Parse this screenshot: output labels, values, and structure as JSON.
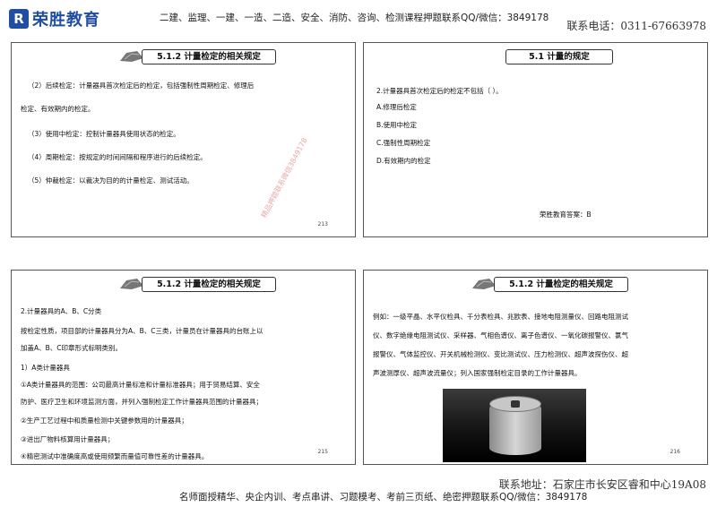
{
  "header": {
    "logo_mark": "R",
    "logo_text": "荣胜教育",
    "top_note": "二建、监理、一建、一造、二造、安全、消防、咨询、检测课程押题联系QQ/微信：3849178",
    "phone": "联系电话：0311-67663978"
  },
  "footer": {
    "address": "联系地址：石家庄市长安区睿和中心19A08",
    "note": "名师面授精华、央企内训、考点串讲、习题模考、考前三页纸、绝密押题联系QQ/微信：3849178"
  },
  "panels": [
    {
      "title": "5.1.2 计量检定的相关规定",
      "lines": [
        "（2）后续检定：计量器具首次检定后的检定，包括强制性周期检定、修理后",
        "检定、有效期内的检定。",
        "（3）使用中检定：控制计量器具使用状态的检定。",
        "（4）周期检定：按规定的时间间隔和程序进行的后续检定。",
        "（5）仲裁检定：以裁决为目的的计量检定、测试活动。"
      ],
      "page": "213",
      "watermark": "精品押题联系微信3849178"
    },
    {
      "title": "5.1 计量的规定",
      "lines": [
        "2.计量器具首次检定后的检定不包括（ ）。",
        "A.修理后检定",
        "B.使用中检定",
        "C.强制性周期检定",
        "D.有效期内的检定",
        "荣胜教育答案：B"
      ]
    },
    {
      "title": "5.1.2 计量检定的相关规定",
      "lines": [
        "2.计量器具的A、B、C分类",
        "按检定性质，项目部的计量器具分为A、B、C三类，计量员在计量器具的台账上以",
        "加盖A、B、C印章形式标明类别。",
        "1）A类计量器具",
        "①A类计量器具的范围：公司最高计量标准和计量标准器具；用于贸易结算、安全",
        "防护、医疗卫生和环境监测方面，并列入强制检定工作计量器具范围的计量器具；",
        "②生产工艺过程中和质量检测中关键参数用的计量器具；",
        "③进出厂物料核算用计量器具；",
        "④精密测试中准确度高或使用频繁而量值可靠性差的计量器具。"
      ],
      "page": "215"
    },
    {
      "title": "5.1.2 计量检定的相关规定",
      "lines": [
        "例如：一级平晶、水平仪检具、千分表检具、兆欧表、接地电阻测量仪、回路电阻测试",
        "仪、数字绝缘电阻测试仪、采样器、气相色谱仪、离子色谱仪、一氧化碳报警仪、氯气",
        "报警仪、气体监控仪、开关机械检测仪、变比测试仪、压力检测仪、超声波探伤仪、超",
        "声波测厚仪、超声波流量仪；列入国家强制检定目录的工作计量器具。"
      ],
      "page": "216"
    }
  ]
}
